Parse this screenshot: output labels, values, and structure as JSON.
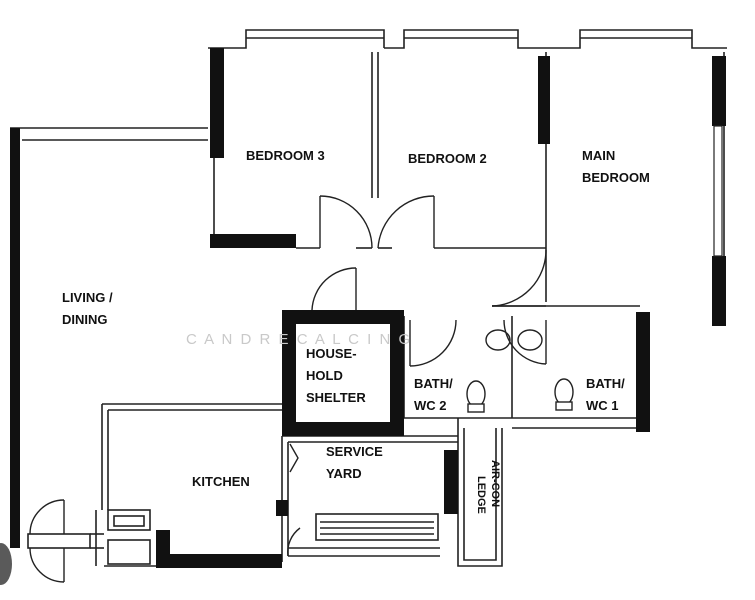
{
  "floor_plan": {
    "rooms": {
      "bedroom_3": "BEDROOM 3",
      "bedroom_2": "BEDROOM 2",
      "main_bedroom": [
        "MAIN",
        "BEDROOM"
      ],
      "living_dining": [
        "LIVING /",
        "DINING"
      ],
      "household_shelter": [
        "HOUSE-",
        "HOLD",
        "SHELTER"
      ],
      "bath_wc_2": [
        "BATH/",
        "WC 2"
      ],
      "bath_wc_1": [
        "BATH/",
        "WC 1"
      ],
      "kitchen": "KITCHEN",
      "service_yard": [
        "SERVICE",
        "YARD"
      ],
      "aircon_ledge": [
        "AIR-CON",
        "LEDGE"
      ]
    },
    "watermark": "C A N D R E C A L C I N G"
  },
  "colors": {
    "wall": "#111111",
    "line": "#222222",
    "background": "#ffffff",
    "watermark": "#c9c9c9"
  }
}
